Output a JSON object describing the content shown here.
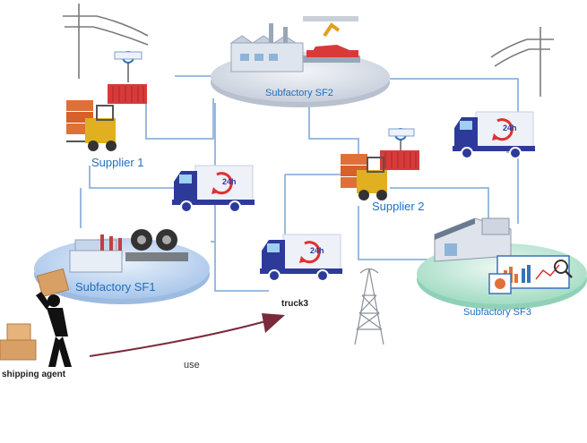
{
  "labels": {
    "subfactory_sf2": "Subfactory SF2",
    "subfactory_sf1": "Subfactory SF1",
    "subfactory_sf3": "Subfactory SF3",
    "supplier_1": "Supplier 1",
    "supplier_2": "Supplier 2",
    "truck3": "truck3",
    "shipping_agent": "shipping agent",
    "use": "use"
  },
  "truck_badge": "24h",
  "colors": {
    "connector": "#8fb3dc",
    "label_blue": "#1e6fc0",
    "truck_body": "#2e3a9a",
    "arrow": "#7a2a3a",
    "container_red": "#d83a3a",
    "forklift_yellow": "#e0b020",
    "crate_orange": "#e07038"
  },
  "icons": [
    "power-pole-icon",
    "factory-icon",
    "truck-icon",
    "forklift-icon",
    "container-icon",
    "tires-icon",
    "warehouse-icon",
    "dashboard-icon",
    "radio-tower-icon",
    "porter-icon",
    "box-icon",
    "car-icon"
  ]
}
